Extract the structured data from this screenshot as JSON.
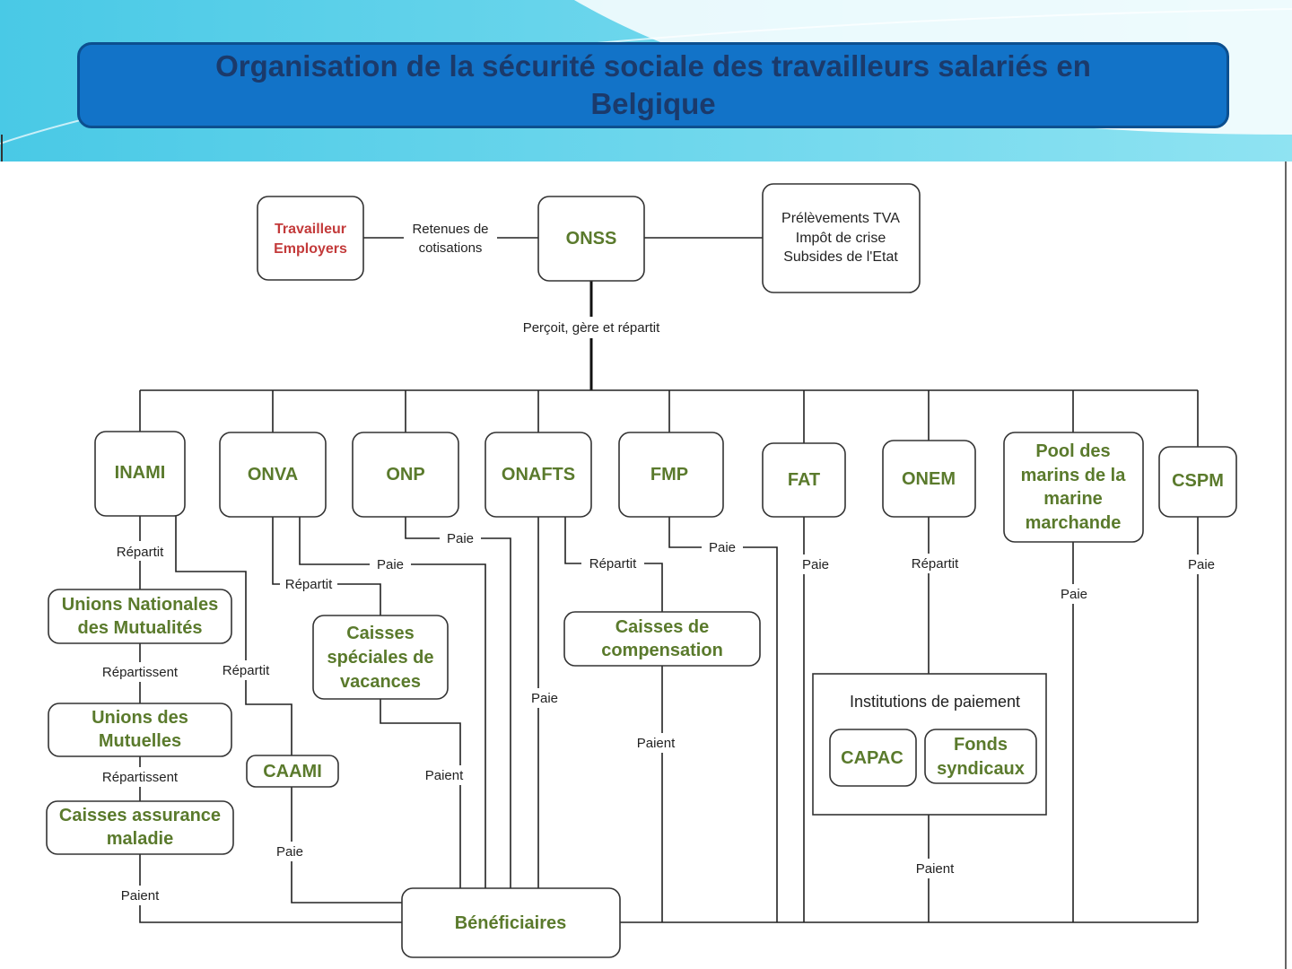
{
  "title": "Organisation de la sécurité sociale des travailleurs salariés en Belgique",
  "colors": {
    "accent": "#1273c8",
    "node_text": "#5a7a2c",
    "source_text": "#c33a3a"
  },
  "nodes": {
    "travailleur": [
      "Travailleur",
      "Employers"
    ],
    "onss": [
      "ONSS"
    ],
    "prelevements": [
      "Prélèvements TVA",
      "Impôt de crise",
      "Subsides de l'Etat"
    ],
    "inami": [
      "INAMI"
    ],
    "onva": [
      "ONVA"
    ],
    "onp": [
      "ONP"
    ],
    "onafts": [
      "ONAFTS"
    ],
    "fmp": [
      "FMP"
    ],
    "fat": [
      "FAT"
    ],
    "onem": [
      "ONEM"
    ],
    "pool": [
      "Pool des",
      "marins de la",
      "marine",
      "marchande"
    ],
    "cspm": [
      "CSPM"
    ],
    "unions_nationales": [
      "Unions Nationales",
      "des Mutualités"
    ],
    "unions_mutuelles": [
      "Unions des",
      "Mutuelles"
    ],
    "caisses_maladie": [
      "Caisses assurance",
      "maladie"
    ],
    "caami": [
      "CAAMI"
    ],
    "caisses_vacances": [
      "Caisses",
      "spéciales de",
      "vacances"
    ],
    "caisses_compensation": [
      "Caisses de",
      "compensation"
    ],
    "institutions": [
      "Institutions de paiement"
    ],
    "capac": [
      "CAPAC"
    ],
    "fonds": [
      "Fonds",
      "syndicaux"
    ],
    "beneficiaires": [
      "Bénéficiaires"
    ]
  },
  "edge_labels": {
    "retenues": [
      "Retenues de",
      "cotisations"
    ],
    "percoit": "Perçoit, gère et répartit",
    "inami_repartit": "Répartit",
    "inami_caami_repartit": "Répartit",
    "un_repartissent": "Répartissent",
    "um_repartissent": "Répartissent",
    "cam_paient": "Paient",
    "caami_paie": "Paie",
    "onva_paie": "Paie",
    "onva_repartit": "Répartit",
    "csv_paient": "Paient",
    "onp_paie": "Paie",
    "onafts_paie": "Paie",
    "onafts_repartit": "Répartit",
    "cc_paient": "Paient",
    "fmp_paie": "Paie",
    "fat_paie": "Paie",
    "onem_repartit": "Répartit",
    "inst_paient": "Paient",
    "pool_paie": "Paie",
    "cspm_paie": "Paie"
  }
}
